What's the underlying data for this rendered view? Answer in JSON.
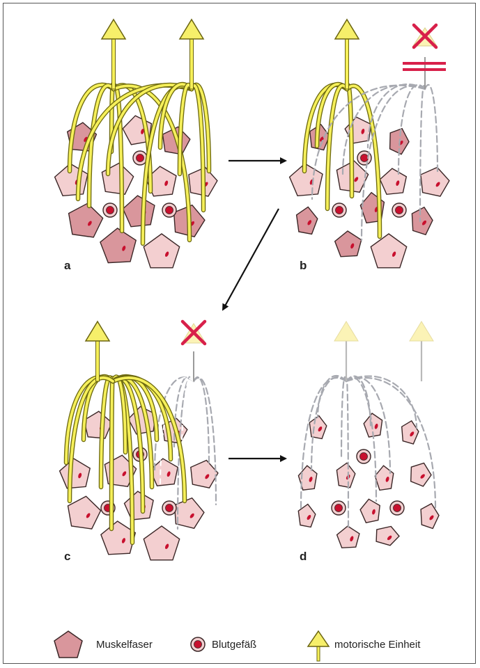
{
  "panels": [
    {
      "label": "a"
    },
    {
      "label": "b"
    },
    {
      "label": "c"
    },
    {
      "label": "d"
    }
  ],
  "legend": {
    "muscle_fiber": "Muskelfaser",
    "blood_vessel": "Blutgefäß",
    "motor_unit": "motorische Einheit"
  },
  "colors": {
    "fiber_dark": "#d9969c",
    "fiber_light": "#f3cfd0",
    "fiber_stroke": "#3a2626",
    "nucleus": "#c8102e",
    "axon_fill": "#f6f05a",
    "axon_stroke": "#6e6a10",
    "neuron_fill": "#f6ef6a",
    "neuron_stroke": "#6a6410",
    "faded_neuron": "#fbf3b6",
    "dashed_gray": "#a7a9b0",
    "cross": "#d8204a"
  }
}
